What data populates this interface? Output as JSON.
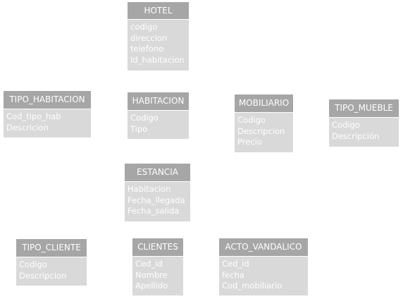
{
  "entities": {
    "hotel": {
      "name": "HOTEL",
      "attributes": [
        "codigo",
        "direccion",
        "telefono",
        "Id_habitacion"
      ]
    },
    "tipo_habitacion": {
      "name": "TIPO_HABITACION",
      "attributes": [
        "Cod_tipo_hab",
        "Descricion"
      ]
    },
    "habitacion": {
      "name": "HABITACION",
      "attributes": [
        "Codigo",
        "Tipo"
      ]
    },
    "mobiliario": {
      "name": "MOBILIARIO",
      "attributes": [
        "Codigo",
        "Descripcion",
        "Precio"
      ]
    },
    "tipo_mueble": {
      "name": "TIPO_MUEBLE",
      "attributes": [
        "Codigo",
        "Descripción"
      ]
    },
    "estancia": {
      "name": "ESTANCIA",
      "attributes": [
        "Habitacion",
        "Fecha_llegada",
        "Fecha_salida"
      ]
    },
    "tipo_cliente": {
      "name": "TIPO_CLIENTE",
      "attributes": [
        "Codigo",
        "Descripcion"
      ]
    },
    "clientes": {
      "name": "CLIENTES",
      "attributes": [
        "Ced_id",
        "Nombre",
        "Apellido"
      ]
    },
    "acto_vandalico": {
      "name": "ACTO_VANDALICO",
      "attributes": [
        "Ced_id",
        "fecha",
        "Cod_mobiliario"
      ]
    }
  },
  "colors": {
    "header": "#a6a6a6",
    "body": "#d9d9d9",
    "text": "#ffffff"
  }
}
